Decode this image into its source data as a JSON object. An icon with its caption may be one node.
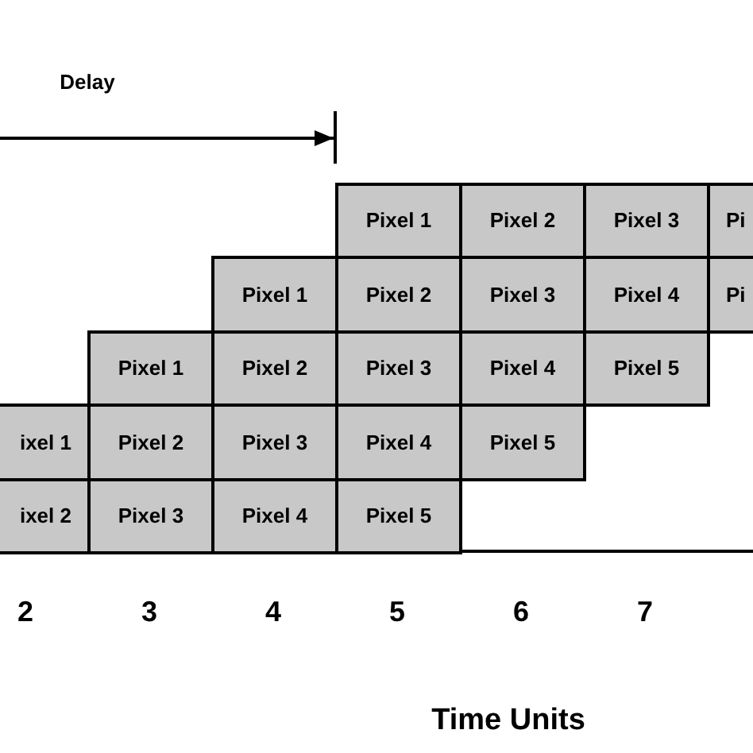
{
  "diagram": {
    "nodes": [
      {
        "text": [
          "Pixel 1"
        ]
      },
      {
        "text": [
          "Pixel 2"
        ]
      },
      {
        "text": [
          "Pixel 3"
        ]
      },
      {
        "text": [
          "Pi"
        ]
      },
      {
        "text": [
          "Pixel 1"
        ]
      },
      {
        "text": [
          "Pixel 2"
        ]
      },
      {
        "text": [
          "Pixel 3"
        ]
      },
      {
        "text": [
          "Pixel 4"
        ]
      },
      {
        "text": [
          "Pi"
        ]
      },
      {
        "text": [
          "Pixel 1"
        ]
      },
      {
        "text": [
          "Pixel 2"
        ]
      },
      {
        "text": [
          "Pixel 3"
        ]
      },
      {
        "text": [
          "Pixel 4"
        ]
      },
      {
        "text": [
          "Pixel 5"
        ]
      },
      {
        "text": [
          "ixel 1"
        ]
      },
      {
        "text": [
          "Pixel 2"
        ]
      },
      {
        "text": [
          "Pixel 3"
        ]
      },
      {
        "text": [
          "Pixel 4"
        ]
      },
      {
        "text": [
          "Pixel 5"
        ]
      },
      {
        "text": [
          "ixel 2"
        ]
      },
      {
        "text": [
          "Pixel 3"
        ]
      },
      {
        "text": [
          "Pixel 4"
        ]
      },
      {
        "text": [
          "Pixel 5"
        ]
      }
    ],
    "labels": [
      "Delay",
      "2",
      "3",
      "4",
      "5",
      "6",
      "7",
      "Time Units"
    ]
  }
}
